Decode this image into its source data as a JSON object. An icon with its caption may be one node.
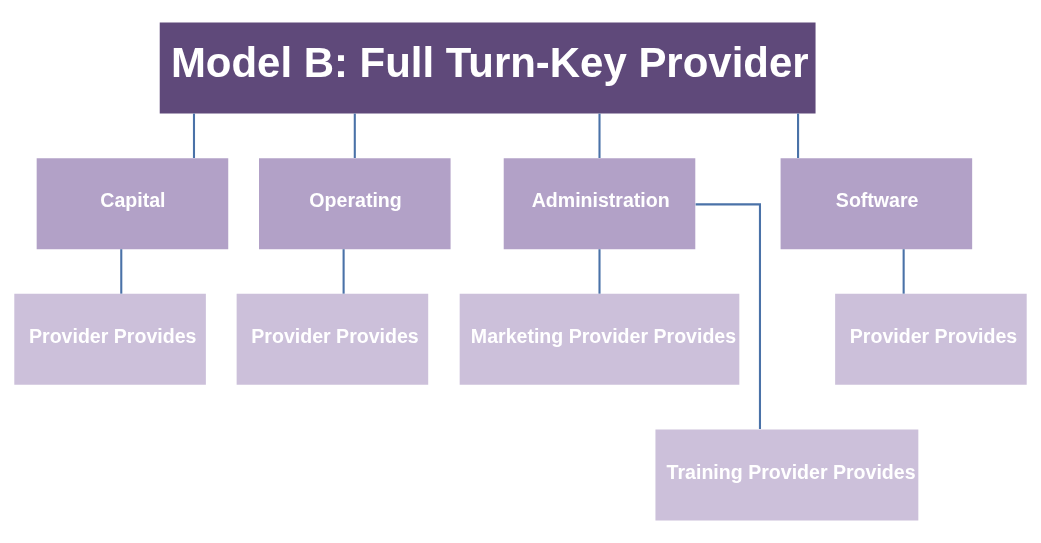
{
  "diagram": {
    "nodes": [
      {
        "text": [
          "Model B: Full Turn-Key Provider"
        ]
      },
      {
        "text": [
          "Capital"
        ]
      },
      {
        "text": [
          "Operating"
        ]
      },
      {
        "text": [
          "Administration"
        ]
      },
      {
        "text": [
          "Software"
        ]
      },
      {
        "text": [
          "Provider Provides"
        ]
      },
      {
        "text": [
          "Provider Provides"
        ]
      },
      {
        "text": [
          "Marketing Provider Provides"
        ]
      },
      {
        "text": [
          "Training Provider Provides"
        ]
      },
      {
        "text": [
          "Provider Provides"
        ]
      }
    ],
    "edges": [
      {
        "from": 0,
        "to": 1,
        "arrow": "none"
      },
      {
        "from": 0,
        "to": 2,
        "arrow": "none"
      },
      {
        "from": 0,
        "to": 3,
        "arrow": "none"
      },
      {
        "from": 0,
        "to": 4,
        "arrow": "none"
      },
      {
        "from": 1,
        "to": 5,
        "arrow": "none"
      },
      {
        "from": 2,
        "to": 6,
        "arrow": "none"
      },
      {
        "from": 3,
        "to": 7,
        "arrow": "none"
      },
      {
        "from": 3,
        "to": 8,
        "arrow": "none"
      },
      {
        "from": 4,
        "to": 9,
        "arrow": "none"
      }
    ]
  }
}
